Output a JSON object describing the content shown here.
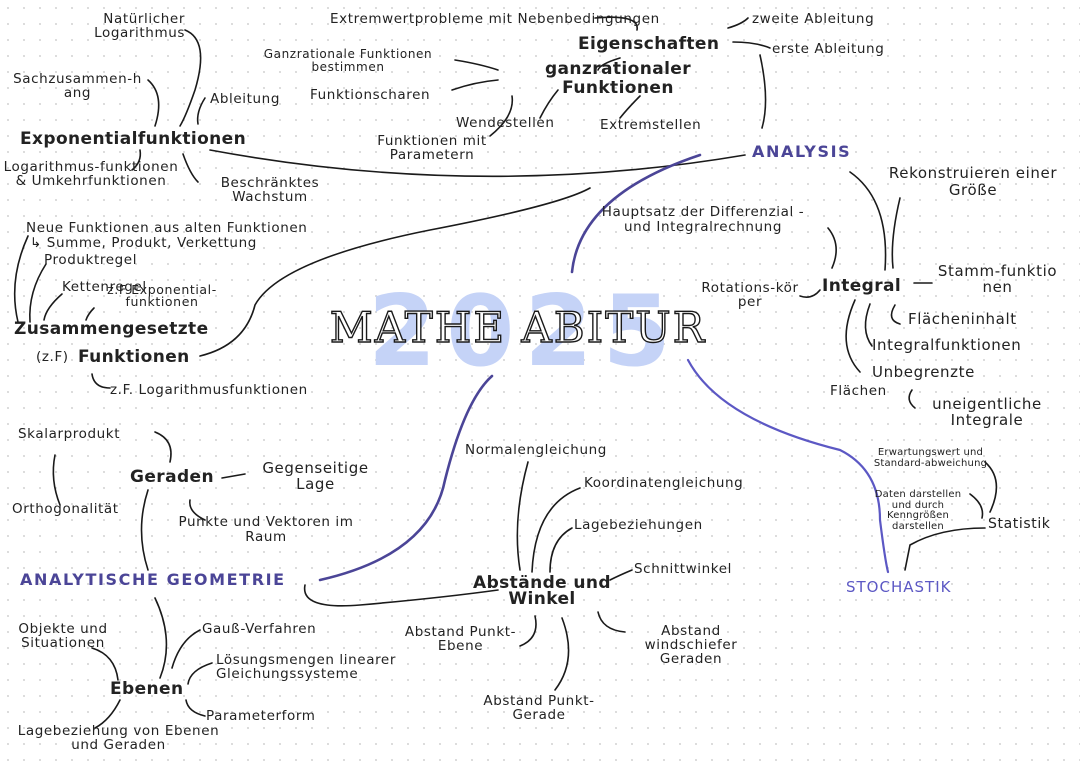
{
  "title": "MATHE ABITUR",
  "year": "2025",
  "colors": {
    "year_fill": "#c5d3f7",
    "section": "#4b4597",
    "stochastik": "#5c58c4",
    "branch_ink": "#1a1a1a",
    "main_branch": "#4b4597"
  },
  "analysis": {
    "label": "ANALYSIS",
    "ganzrational": {
      "label": "ganzrationaler Funktionen",
      "extremwert": "Extremwertprobleme mit Nebenbedingungen",
      "eigenschaften": "Eigenschaften",
      "zweite_ableitung": "zweite Ableitung",
      "erste_ableitung": "erste Ableitung",
      "bestimmen": "Ganzrationale Funktionen bestimmen",
      "scharen": "Funktionscharen",
      "wendestellen": "Wendestellen",
      "extremstellen": "Extremstellen",
      "parameter": "Funktionen mit Parametern"
    },
    "exponential": {
      "label": "Exponentialfunktionen",
      "logarithmus": "Natürlicher Logarithmus",
      "sachzusammenhang": "Sachzusammen-hang",
      "ableitung": "Ableitung",
      "umkehr": "Logarithmus-funktionen & Umkehrfunktionen",
      "beschraenkt": "Beschränktes Wachstum"
    },
    "zusammengesetzt": {
      "label": "Zusammengesetzte",
      "label2": "Funktionen",
      "prefix": "(z.F)",
      "neue": "Neue Funktionen aus alten Funktionen",
      "summe": "↳ Summe, Produkt, Verkettung",
      "produktregel": "Produktregel",
      "kettenregel": "Kettenregel",
      "zf_exp": "z.F Exponential-funktionen",
      "zf_log": "z.F. Logarithmusfunktionen"
    },
    "integral": {
      "label": "Integral",
      "hauptsatz": "Hauptsatz der Differenzial - und Integralrechnung",
      "rotation": "Rotations-körper",
      "rekonstruieren": "Rekonstruieren einer Größe",
      "stamm": "Stamm-funktionen",
      "flaeche": "Flächeninhalt",
      "integralfkt": "Integralfunktionen",
      "unbegrenzt": "Unbegrenzte",
      "flaechen": "Flächen",
      "uneigentlich": "uneigentliche Integrale"
    }
  },
  "geometrie": {
    "label": "ANALYTISCHE GEOMETRIE",
    "geraden": {
      "label": "Geraden",
      "skalar": "Skalarprodukt",
      "ortho": "Orthogonalität",
      "gegenseitig": "Gegenseitige Lage",
      "punkte": "Punkte und Vektoren im Raum"
    },
    "ebenen": {
      "label": "Ebenen",
      "objekte": "Objekte und Situationen",
      "gauss": "Gauß-Verfahren",
      "loesung": "Lösungsmengen linearer Gleichungssysteme",
      "parameter": "Parameterform",
      "lage": "Lagebeziehung von Ebenen und Geraden"
    },
    "abstaende": {
      "label": "Abstände und Winkel",
      "normalen": "Normalengleichung",
      "koordinaten": "Koordinatengleichung",
      "lagebez": "Lagebeziehungen",
      "schnitt": "Schnittwinkel",
      "punkt_ebene": "Abstand Punkt-Ebene",
      "windschief": "Abstand windschiefer Geraden",
      "punkt_gerade": "Abstand Punkt-Gerade"
    }
  },
  "stochastik": {
    "label": "STOCHASTIK",
    "statistik": "Statistik",
    "erwartung": "Erwartungswert und Standard-abweichung",
    "daten": "Daten darstellen und durch Kenngrößen darstellen"
  }
}
